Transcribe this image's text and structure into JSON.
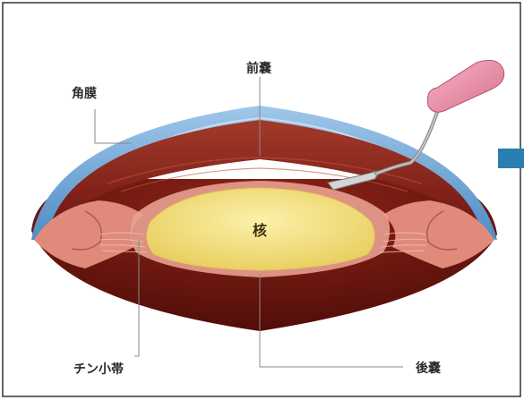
{
  "labels": {
    "cornea": "角膜",
    "anterior_capsule": "前嚢",
    "nucleus": "核",
    "zonule": "チン小帯",
    "posterior_capsule": "後嚢"
  },
  "colors": {
    "cornea": "#6fa6d6",
    "iris_outer": "#7a1a12",
    "eye_interior": "#6a130e",
    "capsule_pink": "#e0877a",
    "nucleus": "#f3e487",
    "nucleus_edge": "#e8cf5e",
    "instrument_handle": "#e88aa4",
    "arrow_accent": "#2a7fb0",
    "leader_line": "#8a8a8a"
  },
  "icons": {
    "instrument": "surgical-spatula-icon",
    "arrow": "right-arrow-indicator"
  }
}
